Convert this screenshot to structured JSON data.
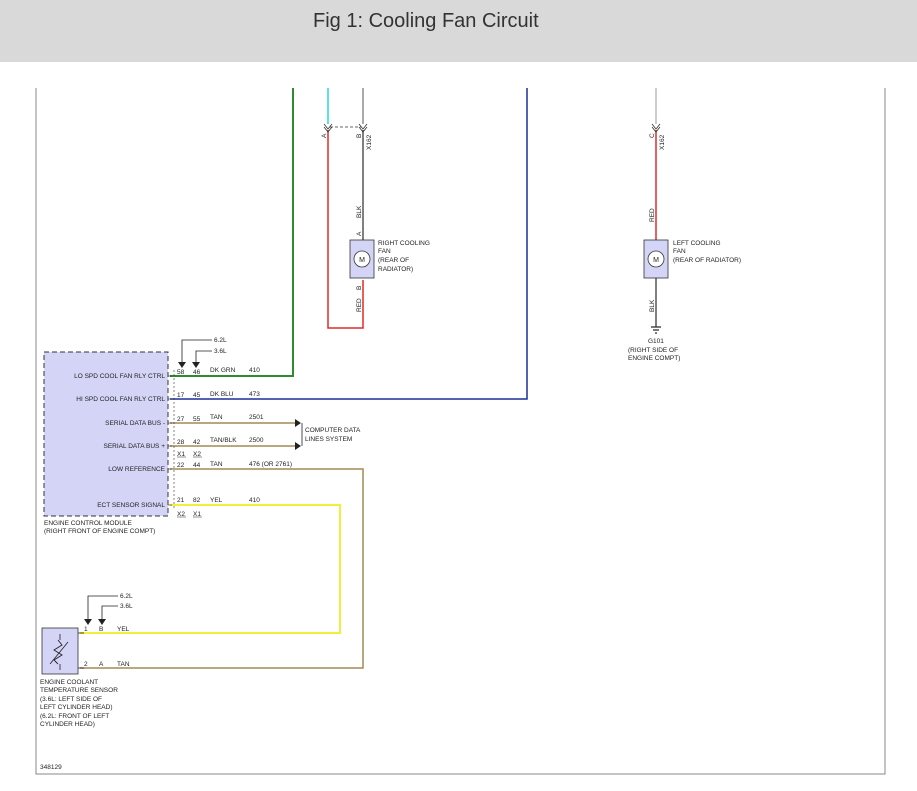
{
  "header": {
    "title": "Fig 1: Cooling Fan Circuit"
  },
  "diagram_id": "348129",
  "colors": {
    "dk_grn": "#2e8b2e",
    "dk_blu": "#1a2f9a",
    "tan": "#a08a55",
    "yel": "#f0f03a",
    "red": "#e02a2a",
    "blk": "#555555",
    "cyan": "#5ee0e8",
    "module_fill": "#d4d4f7"
  },
  "ecm": {
    "name": "ENGINE CONTROL MODULE",
    "location": "(RIGHT FRONT OF ENGINE COMPT)",
    "engine_labels": [
      "6.2L",
      "3.6L"
    ],
    "pins": [
      {
        "label": "LO SPD COOL FAN RLY CTRL",
        "pin_a": "58",
        "pin_b": "46",
        "wire_color": "DK GRN",
        "circuit": "410"
      },
      {
        "label": "HI SPD COOL FAN RLY CTRL",
        "pin_a": "17",
        "pin_b": "45",
        "wire_color": "DK BLU",
        "circuit": "473"
      },
      {
        "label": "SERIAL DATA BUS -",
        "pin_a": "27",
        "pin_b": "55",
        "wire_color": "TAN",
        "circuit": "2501"
      },
      {
        "label": "SERIAL DATA BUS +",
        "pin_a": "28",
        "pin_b": "42",
        "wire_color": "TAN/BLK",
        "circuit": "2500"
      },
      {
        "label": "LOW REFERENCE",
        "pin_a": "22",
        "pin_b": "44",
        "wire_color": "TAN",
        "circuit": "476 (OR 2761)"
      },
      {
        "label": "ECT SENSOR SIGNAL",
        "pin_a": "21",
        "pin_b": "82",
        "wire_color": "YEL",
        "circuit": "410"
      }
    ],
    "connectors_top": [
      "X1",
      "X2"
    ],
    "connectors_bottom": [
      "X2",
      "X1"
    ]
  },
  "computer_data": [
    "COMPUTER DATA",
    "LINES SYSTEM"
  ],
  "right_fan": {
    "lines": [
      "RIGHT COOLING",
      "FAN",
      "(REAR OF",
      "RADIATOR)"
    ],
    "motor": "M",
    "pin_top": "A",
    "pin_bottom": "B",
    "wire_top": "BLK",
    "wire_bottom": "RED",
    "connector": "X162",
    "conn_pin_a": "A",
    "conn_pin_b": "B"
  },
  "left_fan": {
    "lines": [
      "LEFT COOLING",
      "FAN",
      "(REAR OF RADIATOR)"
    ],
    "motor": "M",
    "wire_top": "RED",
    "wire_bottom": "BLK",
    "connector": "X162",
    "conn_pin": "C",
    "ground": [
      "G101",
      "(RIGHT SIDE OF",
      "ENGINE COMPT)"
    ]
  },
  "ect_sensor": {
    "lines": [
      "ENGINE COOLANT",
      "TEMPERATURE SENSOR",
      "(3.6L: LEFT SIDE OF",
      "LEFT CYLINDER HEAD)",
      "(6.2L: FRONT OF LEFT",
      "CYLINDER HEAD)"
    ],
    "engine_labels": [
      "6.2L",
      "3.6L"
    ],
    "pins": [
      {
        "pin_a": "1",
        "pin_b": "B",
        "wire_color": "YEL"
      },
      {
        "pin_a": "2",
        "pin_b": "A",
        "wire_color": "TAN"
      }
    ]
  }
}
